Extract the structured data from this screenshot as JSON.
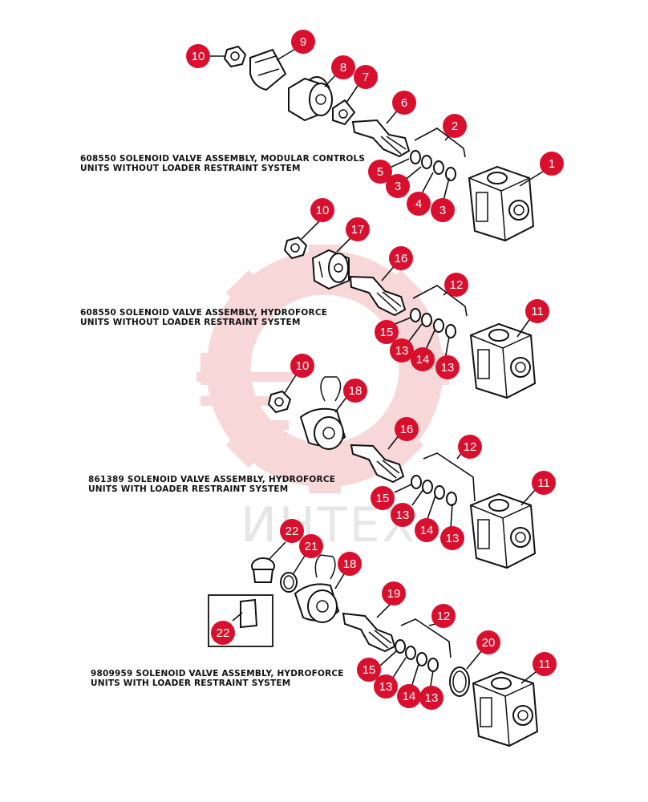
{
  "watermark": {
    "text": "ИНТЕХ"
  },
  "captions": [
    {
      "line1": "608550 SOLENOID VALVE ASSEMBLY, MODULAR CONTROLS",
      "line2": "UNITS WITHOUT LOADER RESTRAINT SYSTEM"
    },
    {
      "line1": "608550 SOLENOID VALVE ASSEMBLY, HYDROFORCE",
      "line2": "UNITS WITHOUT LOADER RESTRAINT SYSTEM"
    },
    {
      "line1": "861389 SOLENOID VALVE ASSEMBLY, HYDROFORCE",
      "line2": "UNITS WITH  LOADER RESTRAINT SYSTEM"
    },
    {
      "line1": "9809959 SOLENOID VALVE ASSEMBLY, HYDROFORCE",
      "line2": "UNITS WITH LOADER RESTRAINT SYSTEM"
    }
  ],
  "callouts": [
    {
      "n": "10"
    },
    {
      "n": "9"
    },
    {
      "n": "8"
    },
    {
      "n": "7"
    },
    {
      "n": "6"
    },
    {
      "n": "2"
    },
    {
      "n": "1"
    },
    {
      "n": "5"
    },
    {
      "n": "3"
    },
    {
      "n": "4"
    },
    {
      "n": "3"
    },
    {
      "n": "10"
    },
    {
      "n": "17"
    },
    {
      "n": "16"
    },
    {
      "n": "12"
    },
    {
      "n": "11"
    },
    {
      "n": "15"
    },
    {
      "n": "13"
    },
    {
      "n": "14"
    },
    {
      "n": "13"
    },
    {
      "n": "10"
    },
    {
      "n": "18"
    },
    {
      "n": "16"
    },
    {
      "n": "12"
    },
    {
      "n": "11"
    },
    {
      "n": "15"
    },
    {
      "n": "13"
    },
    {
      "n": "14"
    },
    {
      "n": "13"
    },
    {
      "n": "22"
    },
    {
      "n": "21"
    },
    {
      "n": "18"
    },
    {
      "n": "22"
    },
    {
      "n": "19"
    },
    {
      "n": "12"
    },
    {
      "n": "20"
    },
    {
      "n": "11"
    },
    {
      "n": "15"
    },
    {
      "n": "13"
    },
    {
      "n": "14"
    },
    {
      "n": "13"
    }
  ],
  "colors": {
    "badge": "#d8102e",
    "watermark": "#f6d3d3"
  }
}
